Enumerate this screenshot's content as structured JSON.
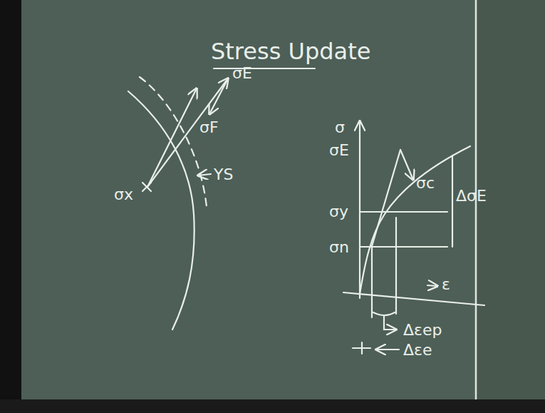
{
  "diagram": {
    "title": "Stress Update",
    "labels": [
      "σE",
      "σF",
      "σx",
      "YS",
      "σ",
      "σE",
      "σy",
      "σn",
      "σc",
      "ΔσE",
      "ε",
      "Δεep",
      "Δεe"
    ]
  }
}
